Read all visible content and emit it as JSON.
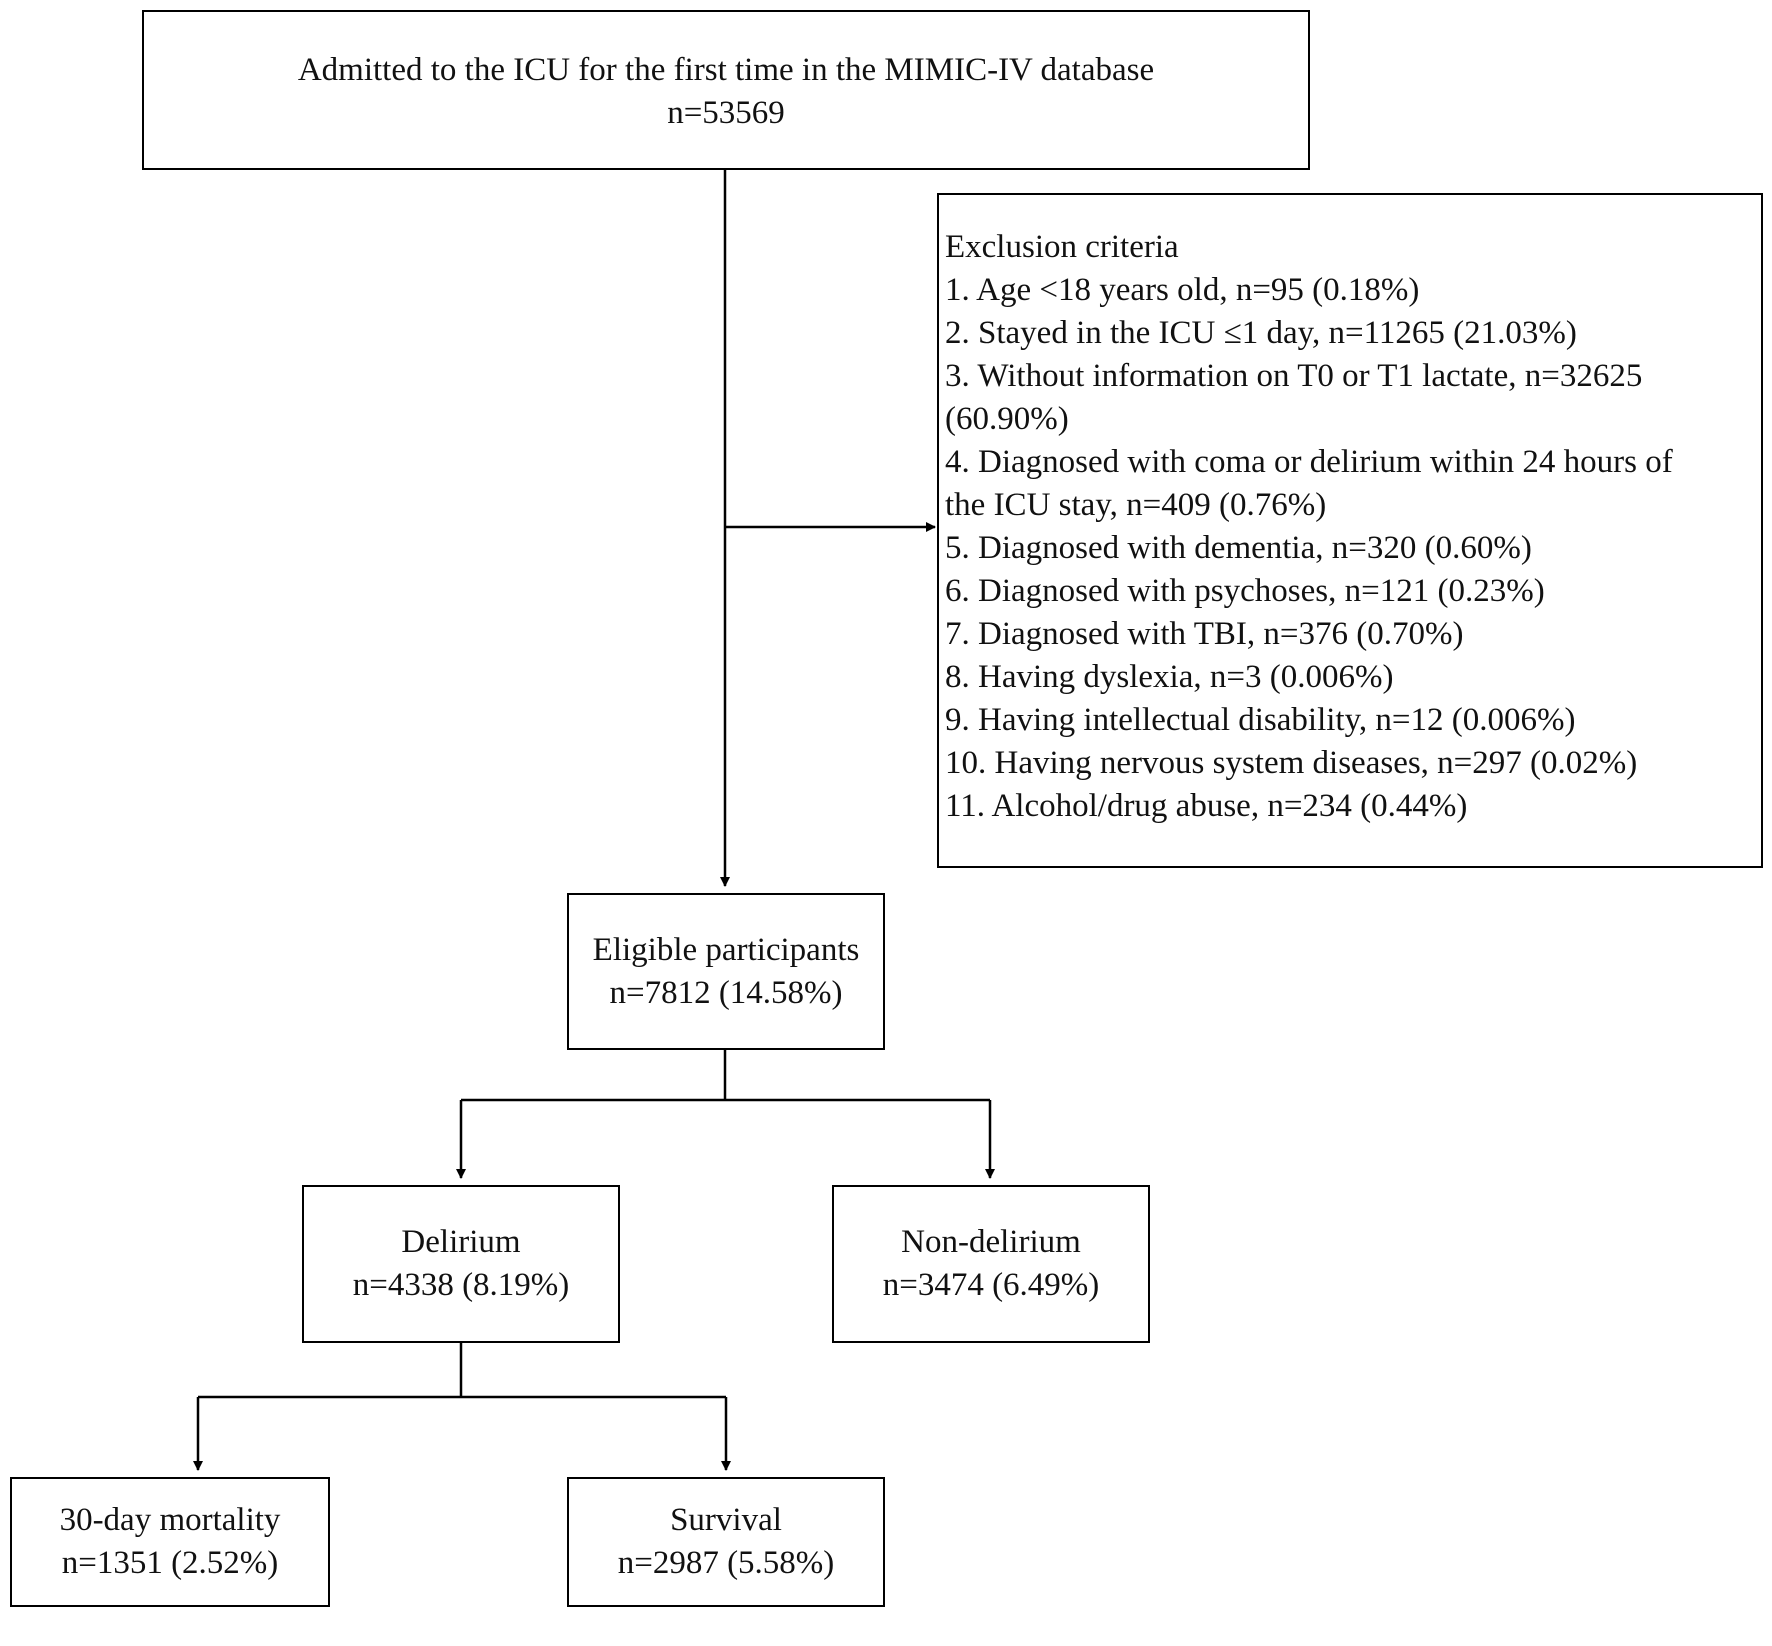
{
  "admitted": {
    "line1": "Admitted to the ICU for the first time in the MIMIC-IV database",
    "line2": "n=53569"
  },
  "exclusion": {
    "heading": "Exclusion criteria",
    "items": [
      "1. Age <18 years old, n=95 (0.18%)",
      "2. Stayed in the ICU ≤1 day, n=11265 (21.03%)",
      "3. Without information on T0 or T1 lactate, n=32625",
      "(60.90%)",
      "4. Diagnosed with coma or delirium within 24 hours of",
      "the ICU stay, n=409 (0.76%)",
      "5. Diagnosed with dementia, n=320 (0.60%)",
      "6. Diagnosed with psychoses, n=121 (0.23%)",
      "7. Diagnosed with TBI, n=376 (0.70%)",
      "8. Having dyslexia, n=3 (0.006%)",
      "9. Having intellectual disability, n=12 (0.006%)",
      "10. Having nervous system diseases, n=297 (0.02%)",
      "11. Alcohol/drug abuse, n=234 (0.44%)"
    ]
  },
  "eligible": {
    "line1": "Eligible participants",
    "line2": "n=7812 (14.58%)"
  },
  "delirium": {
    "line1": "Delirium",
    "line2": "n=4338 (8.19%)"
  },
  "non_delirium": {
    "line1": "Non-delirium",
    "line2": "n=3474 (6.49%)"
  },
  "mortality": {
    "line1": "30-day mortality",
    "line2": "n=1351 (2.52%)"
  },
  "survival": {
    "line1": "Survival",
    "line2": "n=2987 (5.58%)"
  }
}
